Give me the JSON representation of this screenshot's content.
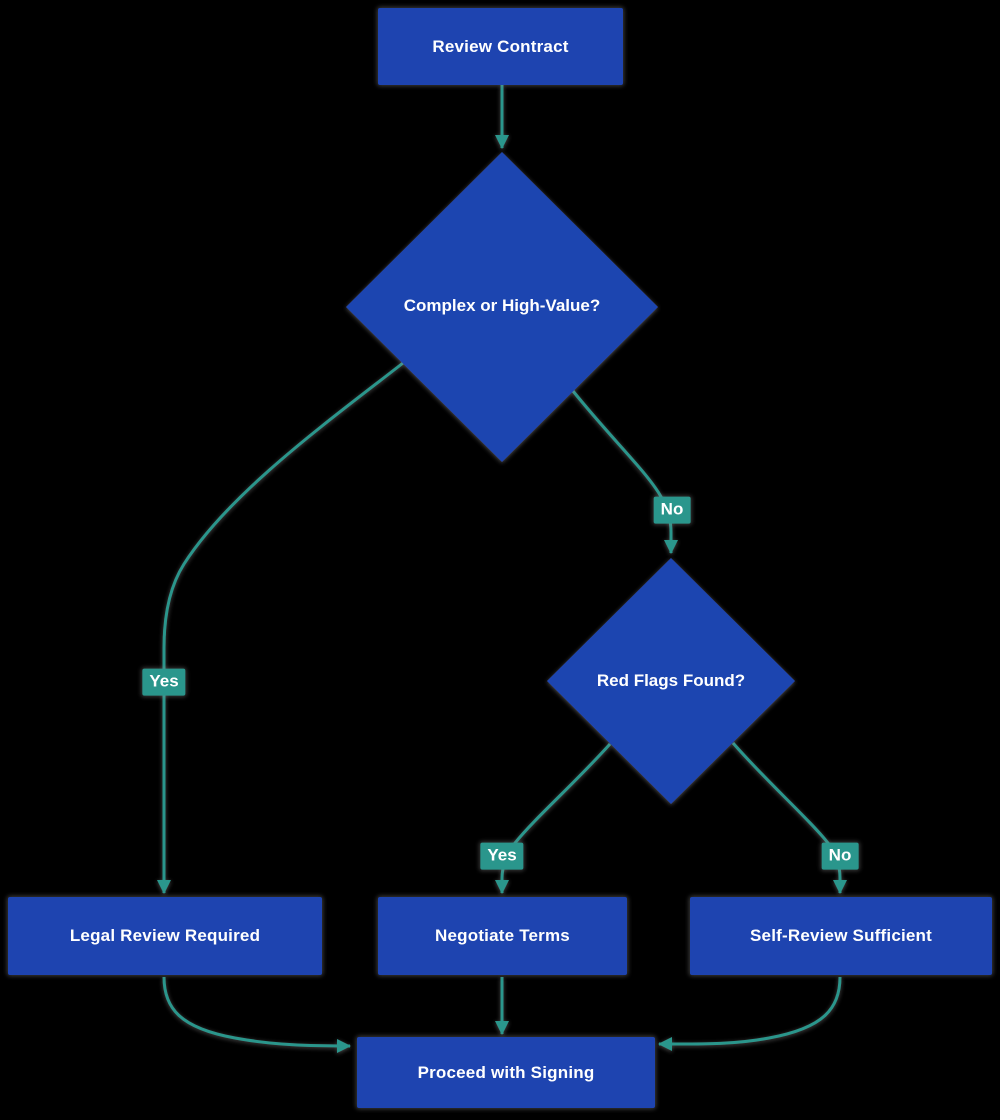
{
  "diagram_type": "flowchart",
  "colors": {
    "background": "#000000",
    "node_fill": "#1e44b0",
    "edge_color": "#2a968c",
    "edge_label_bg": "#2a968c",
    "text_color": "#ffffff"
  },
  "nodes": {
    "review_contract": {
      "label": "Review Contract",
      "shape": "rect"
    },
    "complex_or_high_value": {
      "label": "Complex or High-Value?",
      "shape": "diamond"
    },
    "red_flags_found": {
      "label": "Red Flags Found?",
      "shape": "diamond"
    },
    "legal_review_required": {
      "label": "Legal Review Required",
      "shape": "rect"
    },
    "negotiate_terms": {
      "label": "Negotiate Terms",
      "shape": "rect"
    },
    "self_review_sufficient": {
      "label": "Self-Review Sufficient",
      "shape": "rect"
    },
    "proceed_with_signing": {
      "label": "Proceed with Signing",
      "shape": "rect"
    }
  },
  "edge_labels": {
    "complex_yes": "Yes",
    "complex_no": "No",
    "redflags_yes": "Yes",
    "redflags_no": "No"
  },
  "connections": [
    {
      "from": "review_contract",
      "to": "complex_or_high_value",
      "label": ""
    },
    {
      "from": "complex_or_high_value",
      "to": "legal_review_required",
      "label": "Yes"
    },
    {
      "from": "complex_or_high_value",
      "to": "red_flags_found",
      "label": "No"
    },
    {
      "from": "red_flags_found",
      "to": "negotiate_terms",
      "label": "Yes"
    },
    {
      "from": "red_flags_found",
      "to": "self_review_sufficient",
      "label": "No"
    },
    {
      "from": "legal_review_required",
      "to": "proceed_with_signing",
      "label": ""
    },
    {
      "from": "negotiate_terms",
      "to": "proceed_with_signing",
      "label": ""
    },
    {
      "from": "self_review_sufficient",
      "to": "proceed_with_signing",
      "label": ""
    }
  ]
}
